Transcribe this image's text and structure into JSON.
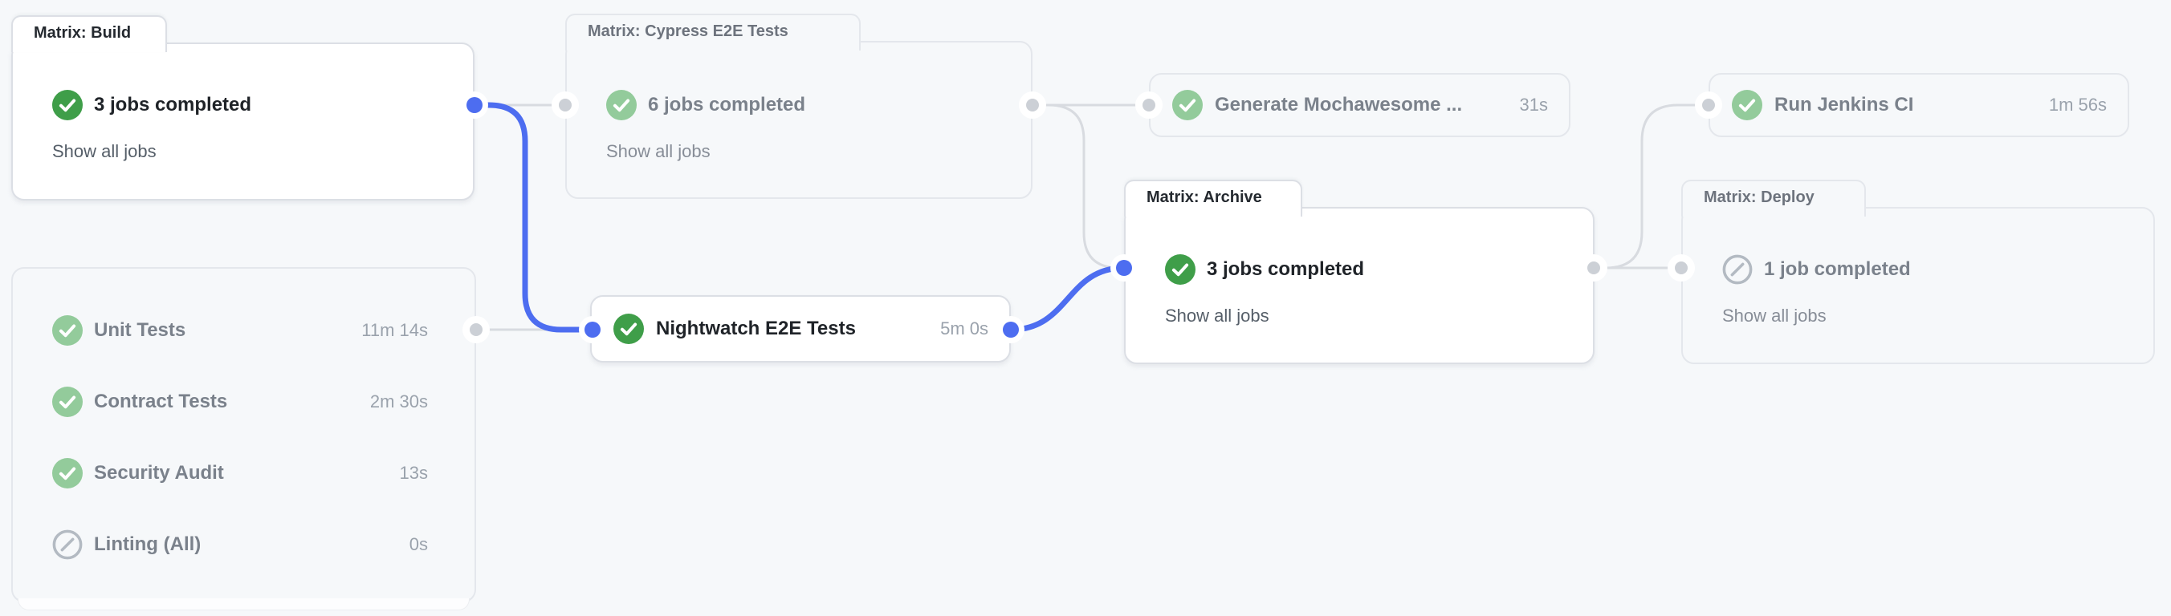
{
  "workflow_graph": {
    "build": {
      "tab": "Matrix: Build",
      "title": "3 jobs completed",
      "show_all": "Show all jobs",
      "status": "success",
      "icon": "check-circle-icon"
    },
    "cypress": {
      "tab": "Matrix: Cypress E2E Tests",
      "title": "6 jobs completed",
      "show_all": "Show all jobs",
      "status": "success-muted",
      "icon": "check-circle-icon"
    },
    "mochawesome": {
      "title": "Generate Mochawesome ...",
      "duration": "31s",
      "status": "success-muted",
      "icon": "check-circle-icon"
    },
    "jenkins": {
      "title": "Run Jenkins CI",
      "duration": "1m 56s",
      "status": "success-muted",
      "icon": "check-circle-icon"
    },
    "archive": {
      "tab": "Matrix: Archive",
      "title": "3 jobs completed",
      "show_all": "Show all jobs",
      "status": "success",
      "icon": "check-circle-icon"
    },
    "deploy": {
      "tab": "Matrix: Deploy",
      "title": "1 job completed",
      "show_all": "Show all jobs",
      "status": "skipped",
      "icon": "slash-circle-icon"
    },
    "nightwatch": {
      "title": "Nightwatch E2E Tests",
      "duration": "5m 0s",
      "status": "success",
      "icon": "check-circle-icon"
    },
    "job_group": {
      "jobs": [
        {
          "name": "Unit Tests",
          "duration": "11m 14s",
          "status": "success-muted",
          "icon": "check-circle-icon"
        },
        {
          "name": "Contract Tests",
          "duration": "2m 30s",
          "status": "success-muted",
          "icon": "check-circle-icon"
        },
        {
          "name": "Security Audit",
          "duration": "13s",
          "status": "success-muted",
          "icon": "check-circle-icon"
        },
        {
          "name": "Linting (All)",
          "duration": "0s",
          "status": "skipped",
          "icon": "slash-circle-icon"
        }
      ]
    }
  },
  "colors": {
    "canvas": "#f6f8fa",
    "accent_edge": "#4d6df0",
    "gray_edge": "#d8dbe0",
    "success_green": "#3f9e49",
    "success_green_muted": "#93cb9b",
    "skipped_gray": "#b3bac2",
    "active_text": "#1f2328",
    "dim_text": "#7a818b",
    "duration_text": "#9aa2ac"
  }
}
